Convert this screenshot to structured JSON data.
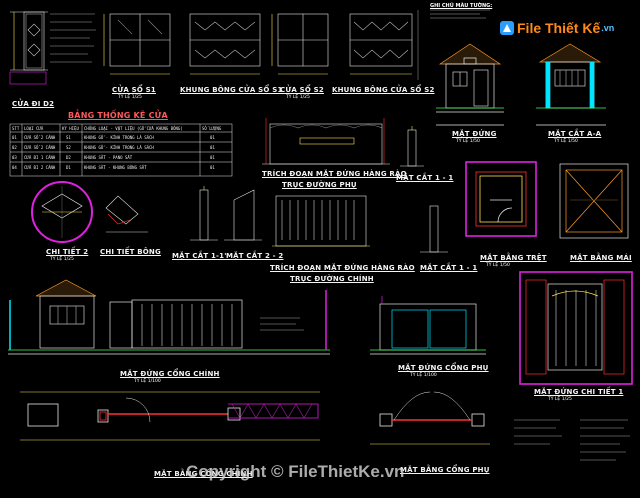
{
  "watermark": {
    "logo_brand": "File Thiết Kế",
    "logo_tld": ".vn",
    "copyright": "Copyright © FileThietKe.vn"
  },
  "labels": {
    "cua_so_s1": "CỬA SỔ S1",
    "khung_bong_s1": "KHUNG BÔNG CỬA SỔ S1",
    "cua_so_s2": "CỬA SỔ S2",
    "khung_bong_s2": "KHUNG BÔNG CỬA SỔ S2",
    "cua_di_d2": "CỬA ĐI D2",
    "bang_thong_ke": "BẢNG THỐNG KÊ CỬA",
    "mat_dung": "MẶT ĐỨNG",
    "mat_cat_aa": "MẶT CẮT A-A",
    "trich_doan_1": "TRÍCH ĐOẠN MẶT ĐỨNG HÀNG RÀO",
    "truc_phu": "TRỤC ĐƯỜNG PHỤ",
    "mat_cat_11_top": "MẶT CẮT 1 - 1",
    "chi_tiet_2": "CHI TIẾT 2",
    "chi_tiet_bong": "CHI TIẾT BÔNG",
    "mat_cat_11b": "MẶT CẮT 1-1'",
    "mat_cat_22": "MẶT CẮT 2 - 2",
    "trich_doan_2": "TRÍCH ĐOẠN MẶT ĐỨNG HÀNG RÀO",
    "truc_chinh": "TRỤC ĐƯỜNG CHÍNH",
    "mat_cat_11_mid": "MẶT CẮT 1 - 1",
    "mat_bang_tret": "MẶT BẰNG TRỆT",
    "mat_bang_mai": "MẶT BẰNG MÁI",
    "mat_dung_cong_chinh": "MẶT ĐỨNG CỔNG CHÍNH",
    "mat_dung_cong_phu": "MẶT ĐỨNG CỔNG PHỤ",
    "mat_dung_chi_tiet_1": "MẶT ĐỨNG CHI TIẾT 1",
    "mat_bang_cong_chinh": "MẶT BẰNG CỔNG CHÍNH",
    "mat_bang_cong_phu": "MẶT BẰNG CỔNG PHỤ",
    "ghi_chu": "GHI CHÚ MÀU TƯỜNG:"
  },
  "scales": {
    "tl_100": "TỶ LỆ 1/100",
    "tl_50": "TỶ LỆ 1/50",
    "tl_25": "TỶ LỆ 1/25"
  },
  "table": {
    "headers": [
      "STT",
      "LOẠI CỬA",
      "KÝ HIỆU",
      "CHỦNG LOẠI - VẬT LIỆU (GỖ CỬA KHUNG BÔNG)",
      "SỐ LƯỢNG"
    ],
    "rows": [
      [
        "01",
        "CỬA SỔ 2 CÁNH",
        "S1",
        "KHUNG GỖ - KÍNH TRONG LÁ SÁCH",
        "01"
      ],
      [
        "02",
        "CỬA SỔ 2 CÁNH",
        "S2",
        "KHUNG GỖ - KÍNH TRONG LÁ SÁCH",
        "01"
      ],
      [
        "03",
        "CỬA ĐI 1 CÁNH",
        "D2",
        "KHUNG SẮT - PANO SẮT",
        "01"
      ],
      [
        "04",
        "CỬA ĐI 2 CÁNH",
        "D1",
        "KHUNG SẮT - KHUNG BÔNG SẮT",
        "01"
      ]
    ]
  },
  "colors": {
    "magenta": "#e020e0",
    "cyan": "#00e5ff",
    "yellow": "#ffe14d",
    "red": "#ff3030",
    "green": "#3cff5a",
    "orange": "#ff9a2a"
  }
}
